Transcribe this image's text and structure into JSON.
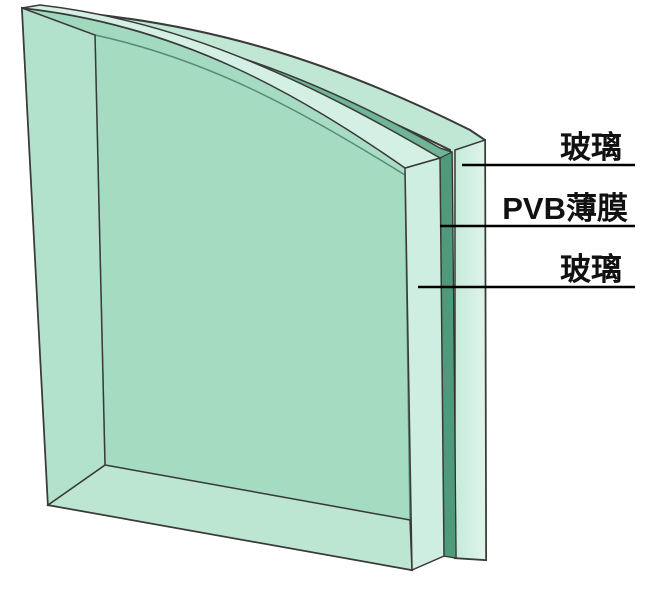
{
  "diagram": {
    "labels": {
      "outer_glass": "玻璃",
      "pvb_film": "PVB薄膜",
      "inner_glass": "玻璃"
    },
    "colors": {
      "glass_face": "#a8dcc4",
      "glass_edge": "#c9ece0",
      "glass_dark_edge": "#8ccfb2",
      "pvb_layer": "#5fa88a",
      "outline": "#3a3a3a",
      "leader_line": "#000000"
    }
  }
}
